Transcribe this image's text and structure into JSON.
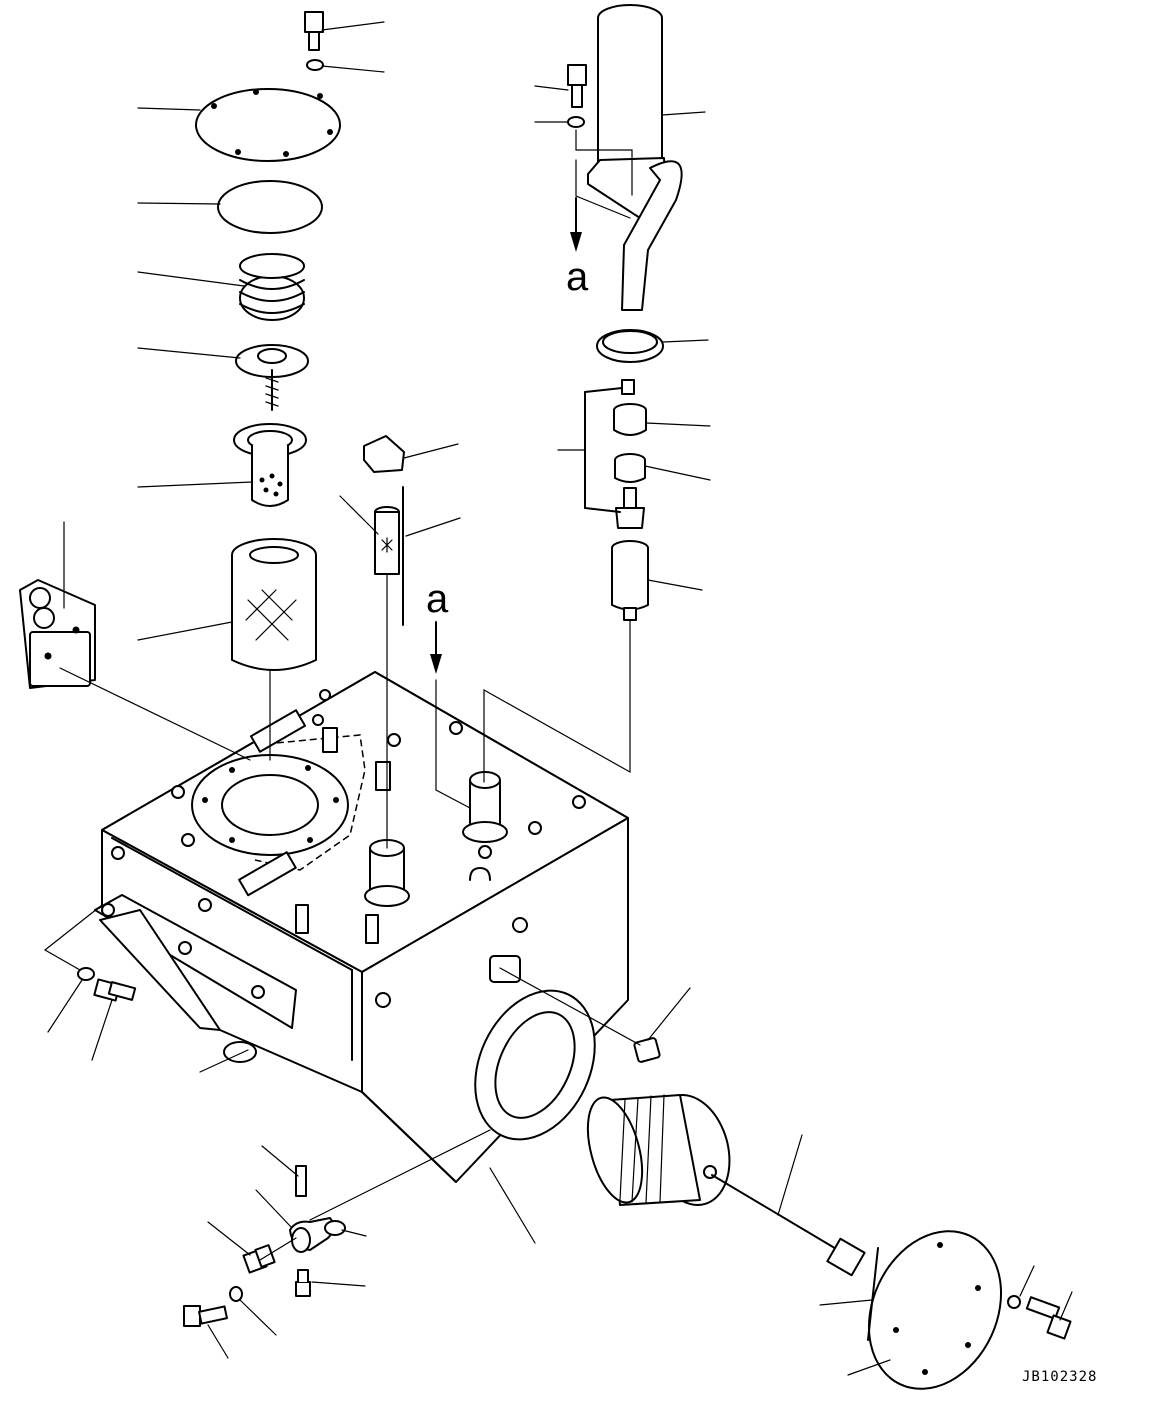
{
  "view_labels": [
    "a",
    "a"
  ],
  "drawing_code": "JB102328"
}
